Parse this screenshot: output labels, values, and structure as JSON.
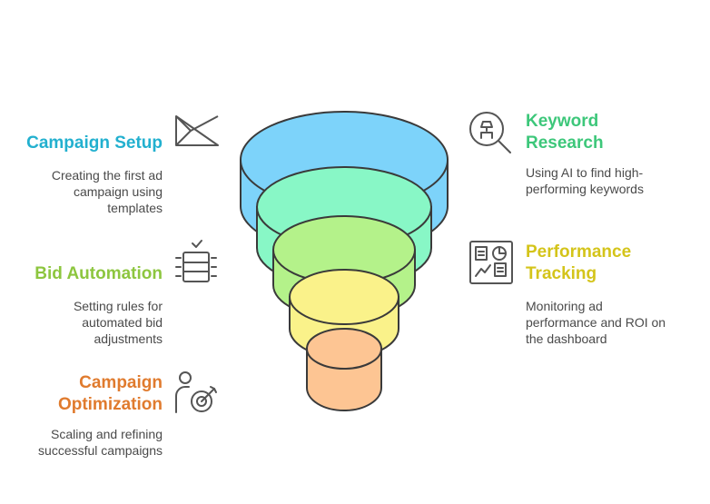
{
  "colors": {
    "campaign_setup": "#22B0CF",
    "keyword_research": "#3DC77A",
    "bid_automation": "#8DC63F",
    "performance_tracking": "#D4C41A",
    "campaign_optimization": "#E07B2E",
    "layer1": "#7DD3FA",
    "layer2": "#88F7C6",
    "layer3": "#B4F28A",
    "layer4": "#FAF28A",
    "layer5": "#FDC593",
    "outline": "#3a3a3a",
    "icon": "#555555"
  },
  "left": [
    {
      "title": "Campaign Setup",
      "desc": [
        "Creating the first ad",
        "campaign using",
        "templates"
      ],
      "icon": "paper-plane-icon"
    },
    {
      "title": "Bid Automation",
      "desc": [
        "Setting rules for",
        "automated bid",
        "adjustments"
      ],
      "icon": "database-check-icon"
    },
    {
      "title_lines": [
        "Campaign",
        "Optimization"
      ],
      "desc": [
        "Scaling and refining",
        "successful campaigns"
      ],
      "icon": "person-target-icon"
    }
  ],
  "right": [
    {
      "title_lines": [
        "Keyword",
        "Research"
      ],
      "desc": [
        "Using AI to find high-",
        "performing keywords"
      ],
      "icon": "ai-search-icon"
    },
    {
      "title_lines": [
        "Performance",
        "Tracking"
      ],
      "desc": [
        "Monitoring ad",
        "performance and ROI on",
        "the dashboard"
      ],
      "icon": "dashboard-icon"
    }
  ]
}
